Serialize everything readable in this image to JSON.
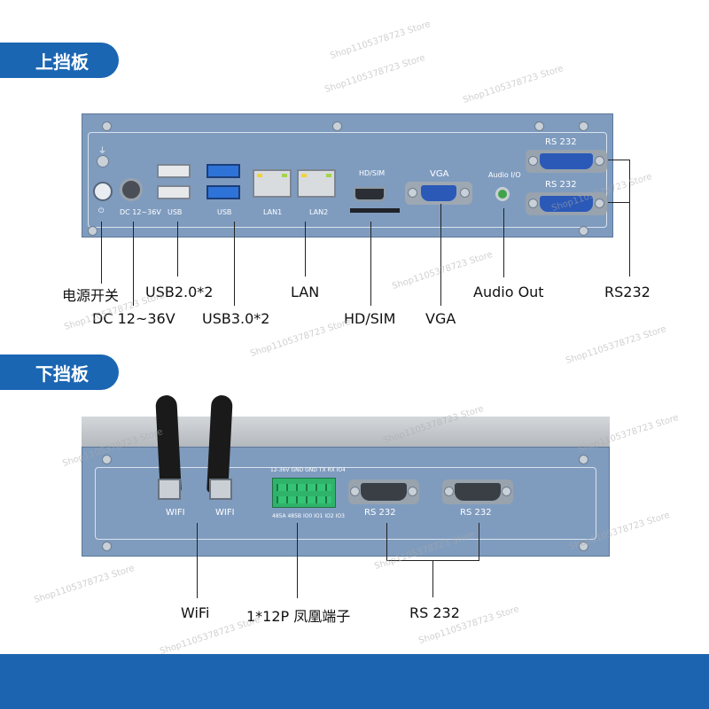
{
  "sections": {
    "top_title": "上挡板",
    "bottom_title": "下挡板"
  },
  "watermark": "Shop1105378723 Store",
  "top_panel": {
    "port_labels": {
      "rs232_a": "RS  232",
      "rs232_b": "RS  232",
      "usb_left": "USB",
      "usb_right": "USB",
      "lan1": "LAN1",
      "lan2": "LAN2",
      "hdsim": "HD/SIM",
      "vga": "VGA",
      "audio": "Audio I/O",
      "dc": "DC 12~36V"
    },
    "callouts": {
      "power": "电源开关",
      "dc": "DC 12~36V",
      "usb2": "USB2.0*2",
      "usb3": "USB3.0*2",
      "lan": "LAN",
      "hdsim": "HD/SIM",
      "vga": "VGA",
      "audio": "Audio Out",
      "rs232": "RS232"
    }
  },
  "bottom_panel": {
    "port_labels": {
      "wifi_a": "WIFI",
      "wifi_b": "WIFI",
      "terminal_top": "12-36V GND GND TX RX IO4",
      "terminal_bottom": "485A 485B IO0 IO1 IO2 IO3",
      "rs232_a": "RS  232",
      "rs232_b": "RS  232"
    },
    "callouts": {
      "wifi": "WiFi",
      "terminal": "1*12P 凤凰端子",
      "rs232": "RS 232"
    }
  },
  "colors": {
    "brand_blue": "#1b66b3",
    "panel": "#7f9cbf",
    "usb3_blue": "#2e73d8",
    "terminal_green": "#2fb36a"
  }
}
